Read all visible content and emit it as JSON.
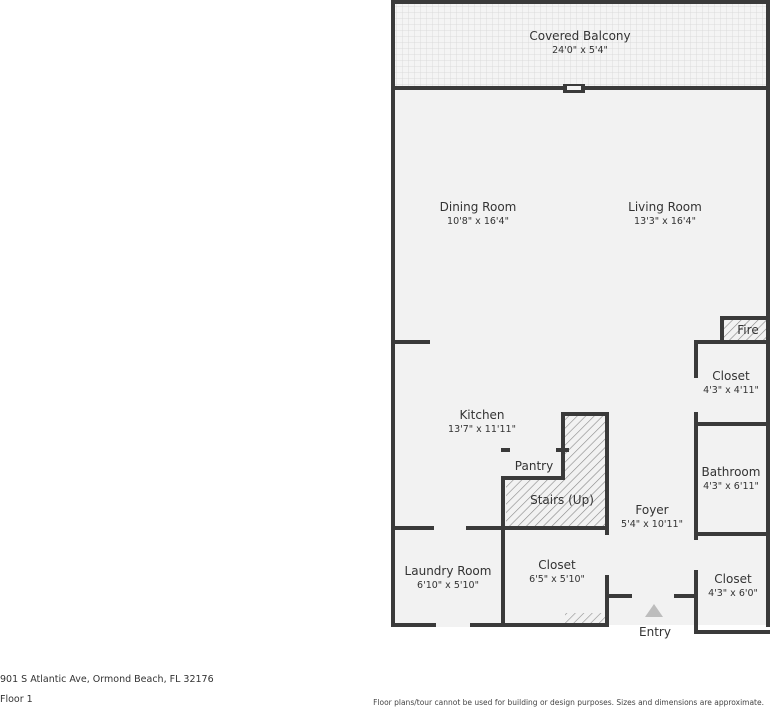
{
  "rooms": {
    "covered_balcony": {
      "name": "Covered Balcony",
      "dims": "24'0\" x 5'4\""
    },
    "dining_room": {
      "name": "Dining Room",
      "dims": "10'8\" x 16'4\""
    },
    "living_room": {
      "name": "Living Room",
      "dims": "13'3\" x 16'4\""
    },
    "fire": {
      "name": "Fire"
    },
    "closet_upper": {
      "name": "Closet",
      "dims": "4'3\" x 4'11\""
    },
    "kitchen": {
      "name": "Kitchen",
      "dims": "13'7\" x 11'11\""
    },
    "pantry": {
      "name": "Pantry"
    },
    "stairs": {
      "name": "Stairs (Up)"
    },
    "bathroom": {
      "name": "Bathroom",
      "dims": "4'3\" x 6'11\""
    },
    "foyer": {
      "name": "Foyer",
      "dims": "5'4\" x 10'11\""
    },
    "laundry_room": {
      "name": "Laundry Room",
      "dims": "6'10\" x 5'10\""
    },
    "closet_middle": {
      "name": "Closet",
      "dims": "6'5\" x 5'10\""
    },
    "closet_lower": {
      "name": "Closet",
      "dims": "4'3\" x 6'0\""
    },
    "entry": {
      "name": "Entry"
    }
  },
  "footer": {
    "address": "901 S Atlantic Ave, Ormond Beach, FL 32176",
    "floor": "Floor 1",
    "disclaimer": "Floor plans/tour cannot be used for building or design purposes. Sizes and dimensions are approximate."
  },
  "colors": {
    "wall": "#3a3a3a",
    "floor": "#f2f2f2",
    "hatch": "#9a9a9a"
  }
}
